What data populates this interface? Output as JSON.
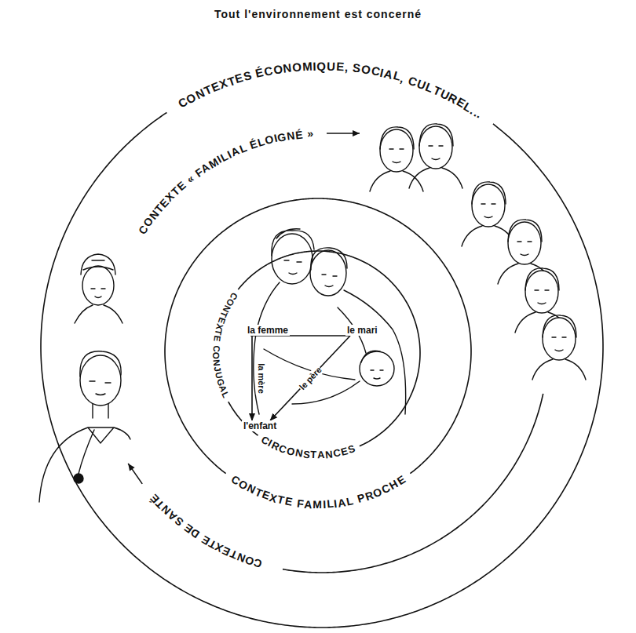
{
  "diagram": {
    "title": "Tout l'environnement est concerné",
    "nodes": [
      {
        "text": [
          "CONTEXTES ÉCONOMIQUE, SOCIAL, CULTUREL..."
        ]
      },
      {
        "text": [
          "CONTEXTE « FAMILIAL ÉLOIGNÉ »",
          "CONTEXTE DE SANTÉ"
        ],
        "in": 0
      },
      {
        "text": [
          "CONTEXTE FAMILIAL PROCHE"
        ],
        "in": 1
      },
      {
        "text": [
          "CONTEXTE CONJUGAL",
          "CIRCONSTANCES"
        ],
        "in": 2
      },
      {
        "text": [
          "la femme"
        ],
        "in": 3
      },
      {
        "text": [
          "le mari"
        ],
        "in": 3
      },
      {
        "text": [
          "l'enfant"
        ],
        "in": 3
      }
    ],
    "edges": [
      {
        "from": 4,
        "to": 5,
        "arrow": "none"
      },
      {
        "from": 4,
        "to": 6,
        "label": "la mère",
        "arrow": "to"
      },
      {
        "from": 5,
        "to": 6,
        "label": "le père",
        "arrow": "to"
      }
    ]
  }
}
